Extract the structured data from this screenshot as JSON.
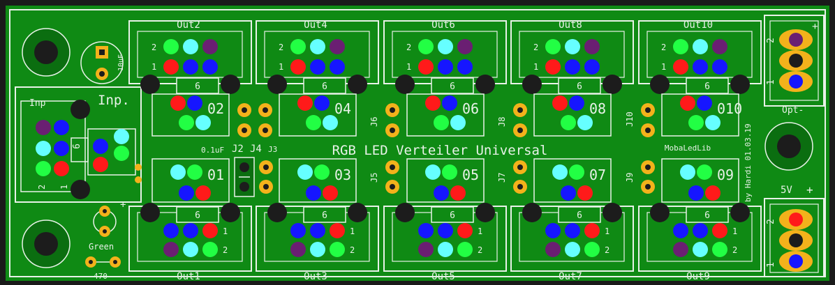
{
  "board": {
    "title": "RGB LED Verteiler Universal",
    "author_note": "by Hardi 01.03.19",
    "lib_label": "MobaLedLib",
    "colors": {
      "pcb": "#0f8a14",
      "pcb_dark": "#0b6e10",
      "silk": "#e8f2e8",
      "copper": "#f3b21b",
      "hole": "#1c1c1c",
      "led_red": "#ff1a1a",
      "led_green": "#22ff44",
      "led_blue": "#1616ff",
      "led_cyan": "#66ffff",
      "led_purple": "#6a1f72"
    }
  },
  "input": {
    "inp_small": "Inp",
    "inp_large": "Inp.",
    "pin_six": "6",
    "pin_two": "2",
    "pin_one": "1"
  },
  "power": {
    "five_v": "5V",
    "plus": "+",
    "opt_minus": "Opt-",
    "pin2": "2",
    "pin1": "1",
    "top_plus": "+"
  },
  "parts": {
    "cap_label": "10uF",
    "cap_small": "0.1uF",
    "led_green_label": "Green",
    "resistor_label": "470",
    "jumper_j2": "J2",
    "jumper_j4": "J4",
    "jumper_j3": "J3",
    "plus_sign": "+"
  },
  "top_connectors": [
    {
      "label": "Out2",
      "num_left_a": "2",
      "num_left_b": "1",
      "six": "6"
    },
    {
      "label": "Out4",
      "num_left_a": "2",
      "num_left_b": "1",
      "six": "6"
    },
    {
      "label": "Out6",
      "num_left_a": "2",
      "num_left_b": "1",
      "six": "6"
    },
    {
      "label": "Out8",
      "num_left_a": "2",
      "num_left_b": "1",
      "six": "6"
    },
    {
      "label": "Out10",
      "num_left_a": "2",
      "num_left_b": "1",
      "six": "6"
    }
  ],
  "bottom_connectors": [
    {
      "label": "Out1",
      "num_right_a": "1",
      "num_right_b": "2",
      "six": "6"
    },
    {
      "label": "Out3",
      "num_right_a": "1",
      "num_right_b": "2",
      "six": "6"
    },
    {
      "label": "Out5",
      "num_right_a": "1",
      "num_right_b": "2",
      "six": "6"
    },
    {
      "label": "Out7",
      "num_right_a": "1",
      "num_right_b": "2",
      "six": "6"
    },
    {
      "label": "Out9",
      "num_right_a": "1",
      "num_right_b": "2",
      "six": "6"
    }
  ],
  "top_channels": [
    "02",
    "04",
    "06",
    "08",
    "010"
  ],
  "bottom_channels": [
    "01",
    "03",
    "05",
    "07",
    "09"
  ],
  "jumpers_top": [
    "J6",
    "J8",
    "J10"
  ],
  "jumpers_bottom": [
    "J5",
    "J7",
    "J9"
  ]
}
